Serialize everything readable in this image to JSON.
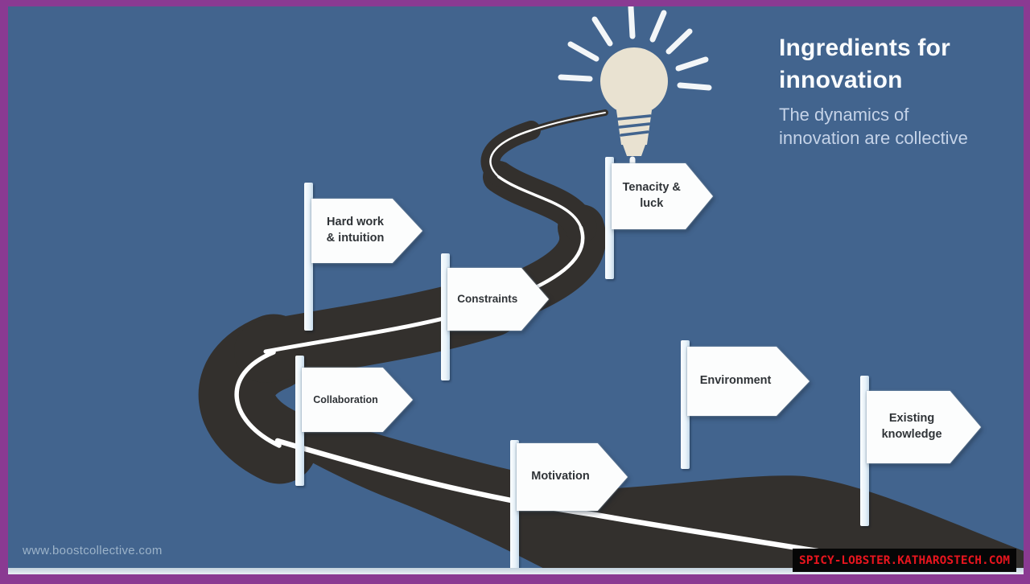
{
  "header": {
    "title_lines": [
      "Ingredients for",
      "innovation"
    ],
    "subtitle_lines": [
      "The dynamics of",
      "innovation are collective"
    ]
  },
  "signs": [
    {
      "id": "hard-work-intuition",
      "lines": [
        "Hard work",
        "& intuition"
      ]
    },
    {
      "id": "tenacity-luck",
      "lines": [
        "Tenacity &",
        "luck"
      ]
    },
    {
      "id": "constraints",
      "lines": [
        "Constraints"
      ]
    },
    {
      "id": "collaboration",
      "lines": [
        "Collaboration"
      ]
    },
    {
      "id": "motivation",
      "lines": [
        "Motivation"
      ]
    },
    {
      "id": "environment",
      "lines": [
        "Environment"
      ]
    },
    {
      "id": "existing-knowledge",
      "lines": [
        "Existing",
        "knowledge"
      ]
    }
  ],
  "footer": {
    "website": "www.boostcollective.com",
    "watermark": "SPICY-LOBSTER.KATHAROSTECH.COM"
  },
  "colors": {
    "background": "#42648e",
    "border": "#8a3a92",
    "road": "#33302d",
    "road_line": "#ffffff",
    "bulb": "#e9e2d1",
    "sign_face": "#fcfdfd",
    "sign_text": "#2f3337",
    "title_text": "#fafcfe",
    "subtitle_text": "#c5d3e8",
    "watermark_bg": "#060606",
    "watermark_text": "#e8151e"
  }
}
